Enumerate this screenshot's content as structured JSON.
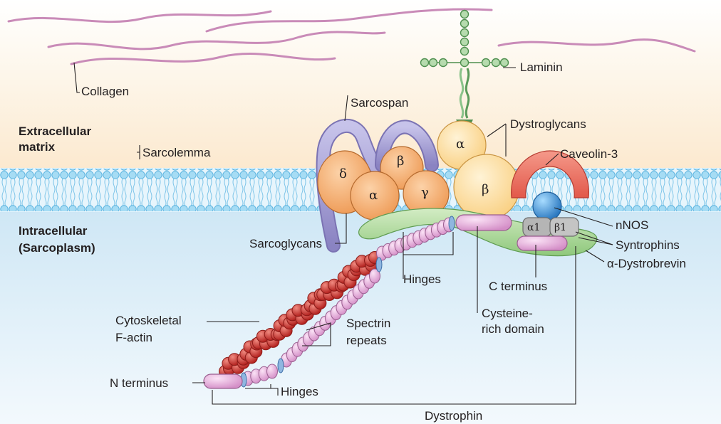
{
  "regions": {
    "extracellular": "Extracellular\nmatrix",
    "intracellular": "Intracellular\n(Sarcoplasm)"
  },
  "labels": {
    "collagen": "Collagen",
    "laminin": "Laminin",
    "sarcospan": "Sarcospan",
    "dystroglycans": "Dystroglycans",
    "sarcolemma": "Sarcolemma",
    "caveolin": "Caveolin-3",
    "nnos": "nNOS",
    "syntrophins": "Syntrophins",
    "dystrobrevin": "α-Dystrobrevin",
    "sarcoglycans": "Sarcoglycans",
    "hinges_upper": "Hinges",
    "c_terminus": "C terminus",
    "cysteine_rich": "Cysteine-\nrich domain",
    "cytoskeletal_actin": "Cytoskeletal\nF-actin",
    "spectrin_repeats": "Spectrin\nrepeats",
    "n_terminus": "N terminus",
    "hinges_lower": "Hinges",
    "dystrophin": "Dystrophin"
  },
  "greek": {
    "sg_delta": "δ",
    "sg_alpha": "α",
    "sg_beta": "β",
    "sg_gamma": "γ",
    "dg_alpha": "α",
    "dg_beta": "β",
    "syn_alpha1": "α1",
    "syn_beta1": "β1"
  },
  "colors": {
    "ecm_bg": "#fdf0dc",
    "ic_bg": "#d6eaf6",
    "membrane": "#8fd0ee",
    "collagen": "#c98bb8",
    "sarcospan": "#8e86c0",
    "sarcoglycan": "#f4a96a",
    "dystroglycan": "#fcd89a",
    "caveolin": "#e8685a",
    "nnos": "#3a8fd1",
    "syntrophin": "#a9a9a9",
    "dystrobrevin": "#9ccf8c",
    "dystrophin_bead": "#e3a0d8",
    "actin": "#c4262e",
    "laminin": "#7ab87a"
  }
}
